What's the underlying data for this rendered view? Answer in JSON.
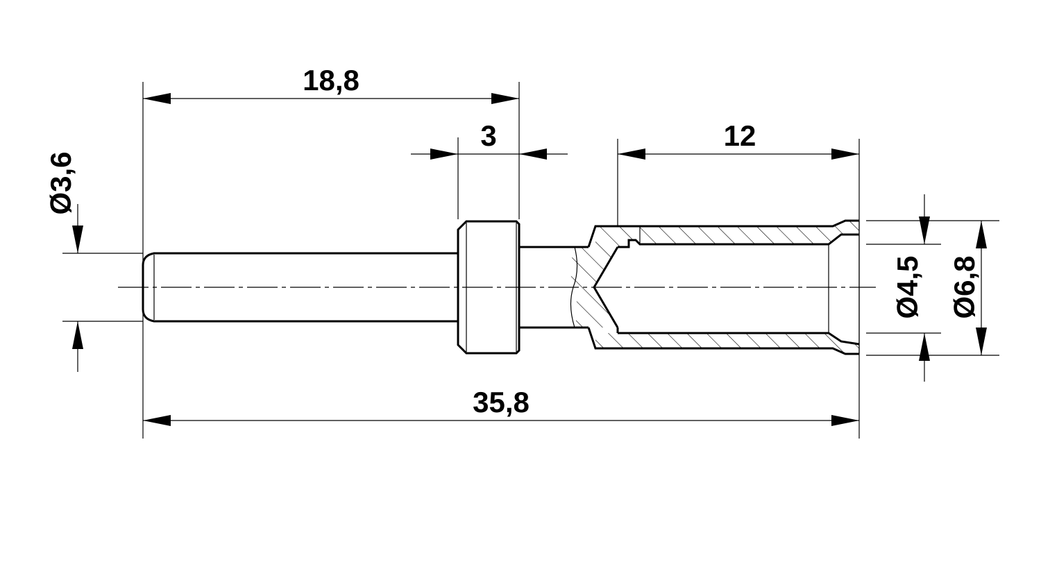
{
  "dimensions": {
    "overall_length": "35,8",
    "pin_length": "18,8",
    "collar_width": "3",
    "sleeve_length": "12",
    "pin_diameter": "Ø3,6",
    "bore_diameter": "Ø4,5",
    "outer_diameter": "Ø6,8"
  },
  "colors": {
    "line": "#000000",
    "background": "#ffffff"
  }
}
